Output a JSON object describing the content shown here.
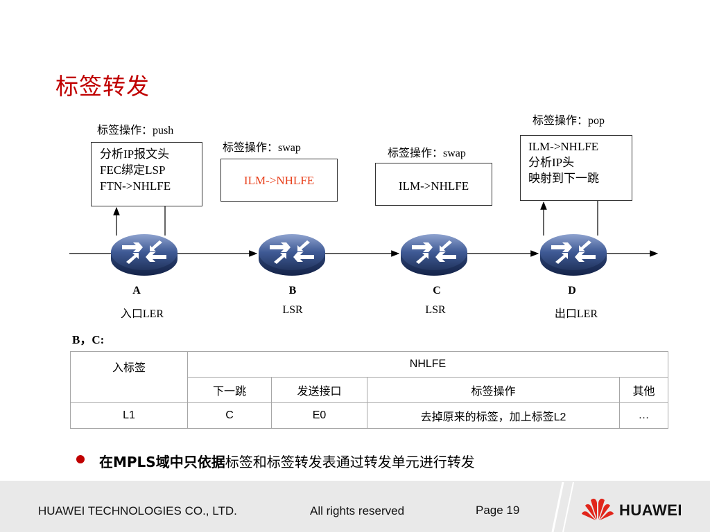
{
  "title": "标签转发",
  "nodes": [
    {
      "id": "A",
      "role": "入口LER",
      "operation": "标签操作：push",
      "box_lines": [
        "分析IP报文头",
        "FEC绑定LSP",
        "FTN->NHLFE"
      ]
    },
    {
      "id": "B",
      "role": "LSR",
      "operation": "标签操作：swap",
      "box_lines": [
        "ILM->NHLFE"
      ]
    },
    {
      "id": "C",
      "role": "LSR",
      "operation": "标签操作：swap",
      "box_lines": [
        "ILM->NHLFE"
      ]
    },
    {
      "id": "D",
      "role": "出口LER",
      "operation": "标签操作：pop",
      "box_lines": [
        "ILM->NHLFE",
        "分析IP头",
        "映射到下一跳"
      ]
    }
  ],
  "highlight_color": "#e8401c",
  "table_caption": "B，C:",
  "table": {
    "col_in_label": "入标签",
    "group_header": "NHLFE",
    "sub_headers": [
      "下一跳",
      "发送接口",
      "标签操作",
      "其他"
    ],
    "row": {
      "in_label": "L1",
      "next_hop": "C",
      "interface": "E0",
      "operation": "去掉原来的标签，加上标签L2",
      "other": "…"
    }
  },
  "bullet": {
    "bold": "在MPLS域中只依据",
    "rest": "标签和标签转发表通过转发单元进行转发"
  },
  "footer": {
    "company": "HUAWEI TECHNOLOGIES CO., LTD.",
    "rights": "All rights reserved",
    "page": "Page 19",
    "brand": "HUAWEI"
  },
  "icons": {
    "router": "router-icon",
    "logo": "huawei-logo-icon",
    "bullet": "bullet-dot-icon"
  }
}
